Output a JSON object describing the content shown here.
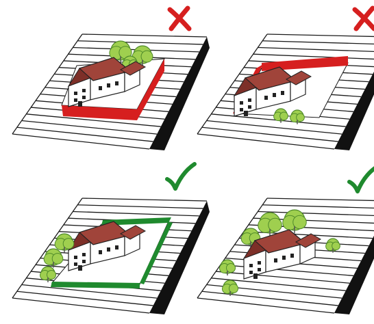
{
  "colors": {
    "good": "#1f8a2e",
    "bad": "#d61f1f",
    "stripe": "#1a1a1a",
    "slope": "#111111",
    "roof": "#a0443a",
    "roof_dark": "#7d2f28",
    "wall": "#ffffff",
    "tree": "#9fcf4f",
    "tree_dark": "#4f8a2a"
  },
  "icons": {
    "bad": "cross-mark-icon",
    "good": "check-mark-icon"
  },
  "panels": [
    {
      "id": "top-left",
      "verdict": "bad",
      "edge": "embankment-front-right",
      "trees": "behind"
    },
    {
      "id": "top-right",
      "verdict": "bad",
      "edge": "cut-back-left",
      "trees": "front-small"
    },
    {
      "id": "bottom-left",
      "verdict": "good",
      "edge": "terrace-frame",
      "trees": "left"
    },
    {
      "id": "bottom-right",
      "verdict": "good",
      "edge": "none",
      "trees": "around"
    }
  ]
}
